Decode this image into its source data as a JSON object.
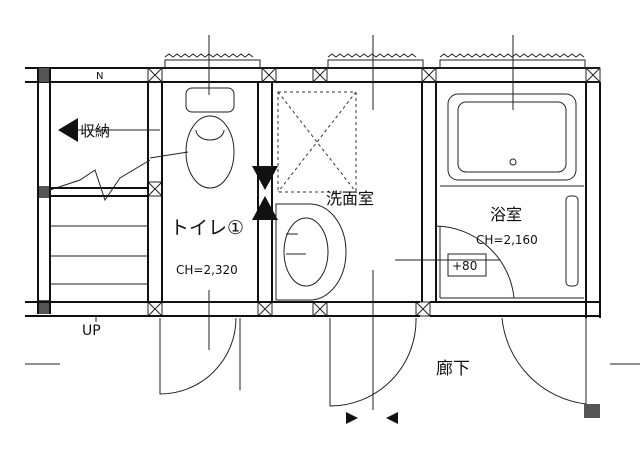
{
  "labels": {
    "storage": "収納",
    "toilet": "トイレ①",
    "toilet_ch": "CH=2,320",
    "washroom": "洗面室",
    "bathroom": "浴室",
    "bathroom_ch": "CH=2,160",
    "step": "+80",
    "corridor": "廊下",
    "stairs_up": "UP"
  }
}
